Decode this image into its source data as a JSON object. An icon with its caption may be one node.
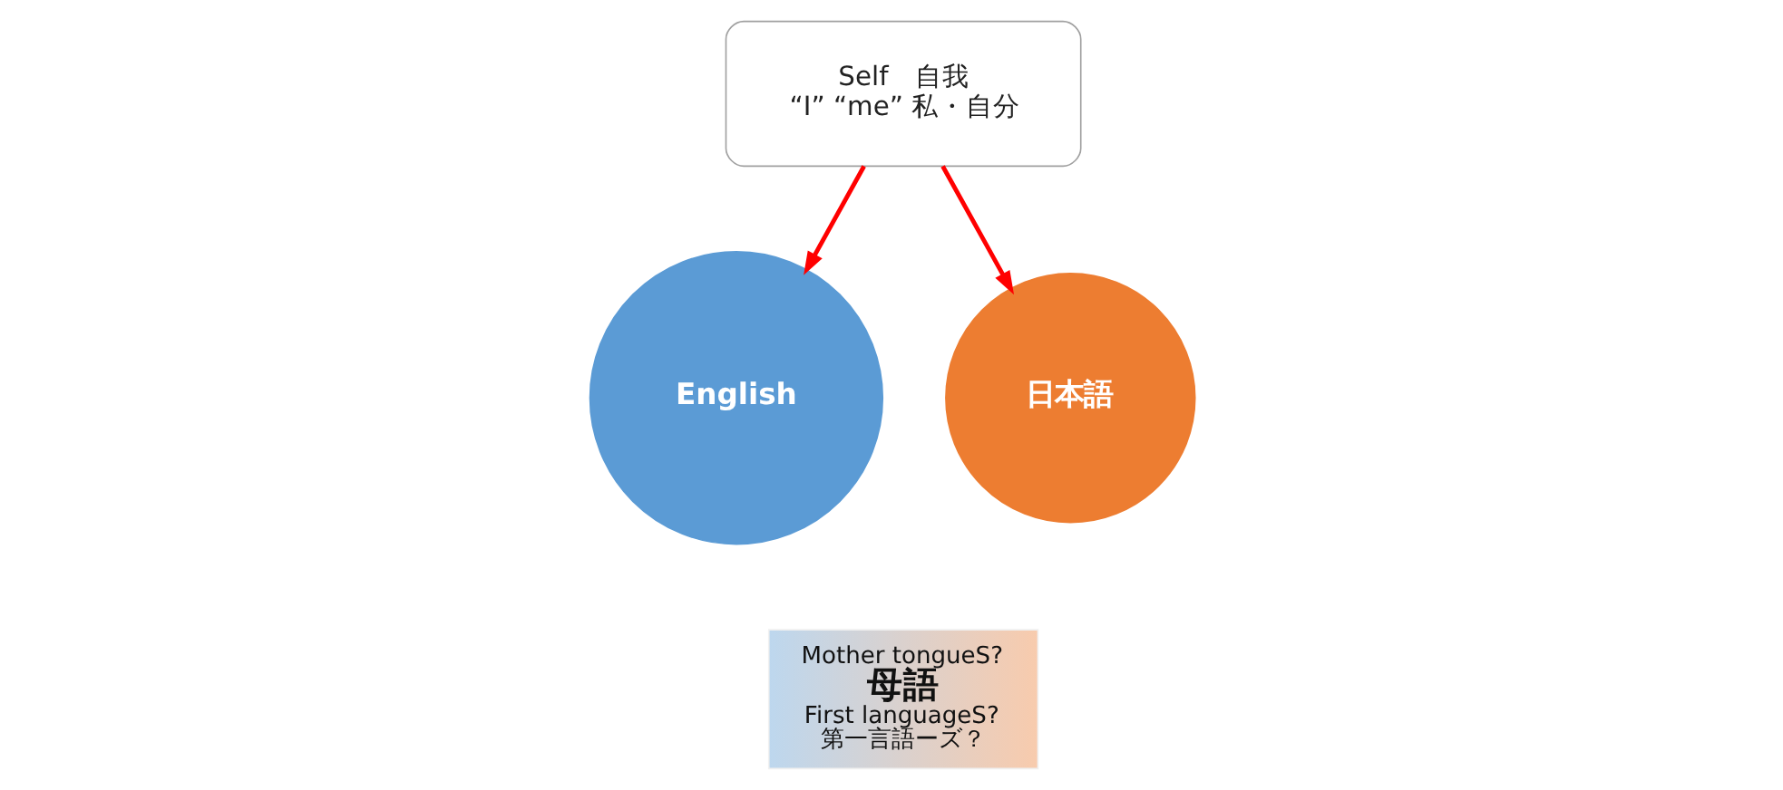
{
  "diagram": {
    "nodes": [
      {
        "text": [
          "Self　自我",
          "“I” “me” 私・自分"
        ]
      },
      {
        "text": [
          "English"
        ]
      },
      {
        "text": [
          "日本語"
        ]
      },
      {
        "text": [
          "Mother tongueS?",
          "母語",
          "First languageS?",
          "第一言語ーズ？"
        ]
      }
    ],
    "edges": [
      {
        "from": 0,
        "to": 1,
        "arrow": "to"
      },
      {
        "from": 0,
        "to": 2,
        "arrow": "to"
      }
    ]
  }
}
